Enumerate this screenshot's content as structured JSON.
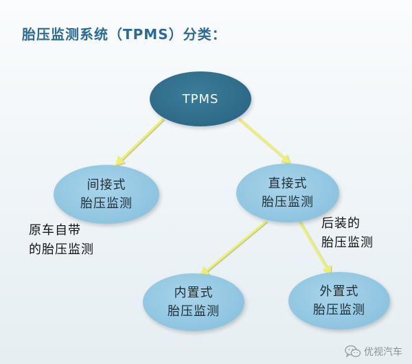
{
  "title": "胎压监测系统（TPMS）分类：",
  "diagram": {
    "nodes": {
      "root": {
        "lines": [
          "TPMS"
        ]
      },
      "indirect": {
        "lines": [
          "间接式",
          "胎压监测"
        ]
      },
      "direct": {
        "lines": [
          "直接式",
          "胎压监测"
        ]
      },
      "built_in": {
        "lines": [
          "内置式",
          "胎压监测"
        ]
      },
      "external": {
        "lines": [
          "外置式",
          "胎压监测"
        ]
      }
    },
    "annotations": {
      "indirect": [
        "原车自带",
        "的胎压监测"
      ],
      "direct": [
        "后装的",
        "胎压监测"
      ]
    },
    "edges": [
      {
        "from": "root",
        "to": "indirect"
      },
      {
        "from": "root",
        "to": "direct"
      },
      {
        "from": "direct",
        "to": "built_in"
      },
      {
        "from": "direct",
        "to": "external"
      }
    ],
    "colors": {
      "root_fill": "#2d6a88",
      "child_fill": "#8ec4e0",
      "arrow": "#eef06a",
      "title": "#2b6a93"
    }
  },
  "watermark": {
    "icon": "wechat-icon",
    "text": "优视汽车"
  }
}
